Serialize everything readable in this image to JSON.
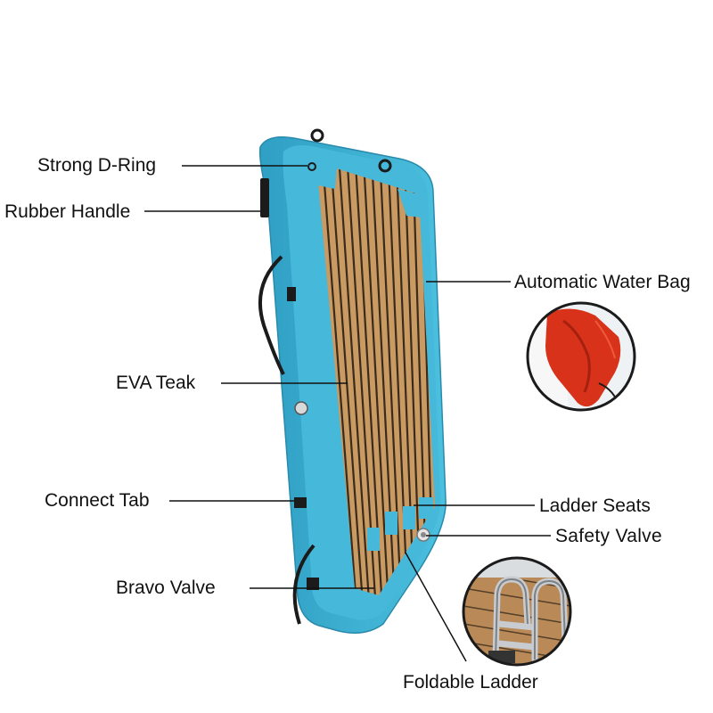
{
  "labels": {
    "strong_d_ring": "Strong D-Ring",
    "rubber_handle": "Rubber Handle",
    "eva_teak": "EVA Teak",
    "connect_tab": "Connect Tab",
    "bravo_valve": "Bravo Valve",
    "automatic_water_bag": "Automatic Water Bag",
    "ladder_seats": "Ladder Seats",
    "safety_valve": "Safety Valve",
    "foldable_ladder": "Foldable Ladder"
  },
  "colors": {
    "platform_blue": "#41b4d6",
    "platform_blue_dark": "#2e93b3",
    "teak": "#c99a62",
    "teak_groove": "#3a2b1c",
    "water_bag_red": "#d8321a",
    "handle_black": "#1b1b1b"
  },
  "icons": [
    "d-ring-icon",
    "rubber-handle-icon",
    "connect-tab-icon",
    "valve-icon",
    "ladder-icon",
    "water-bag-icon"
  ]
}
